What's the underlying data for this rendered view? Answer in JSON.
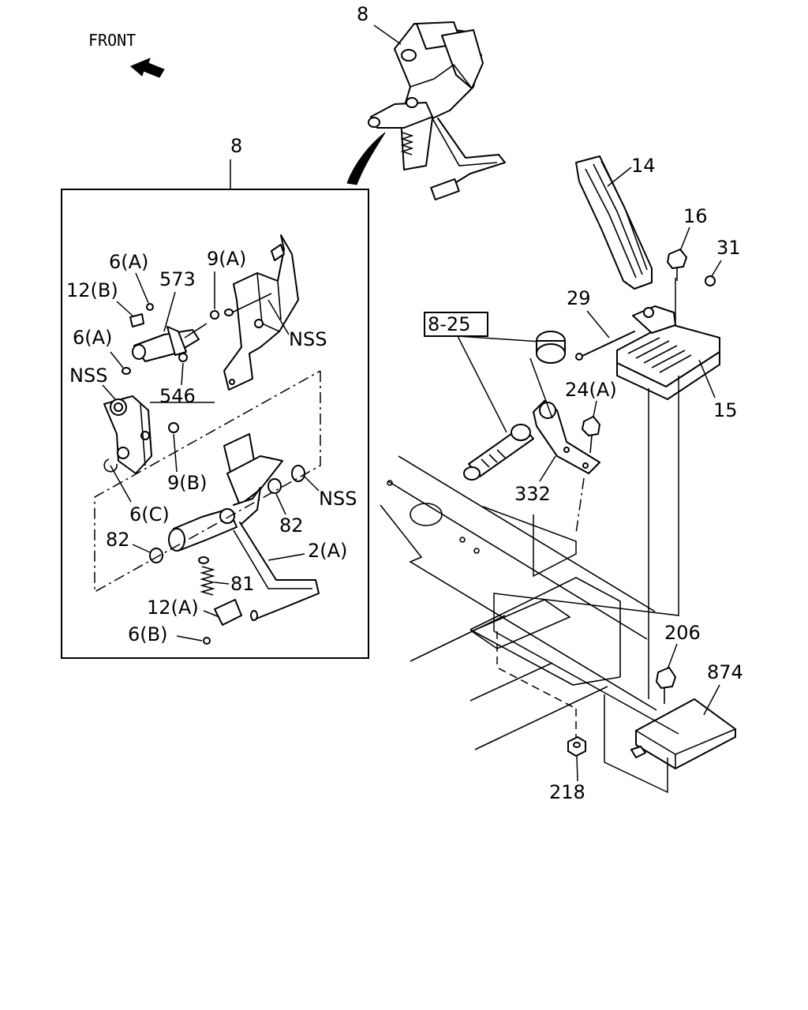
{
  "orientation": {
    "label": "FRONT",
    "icon": "front-arrow-icon"
  },
  "callouts": {
    "top_assembly": "8",
    "detail_box": "8",
    "ref_box": "8-25",
    "p14": "14",
    "p16": "16",
    "p31": "31",
    "p29": "29",
    "p24a": "24(A)",
    "p15": "15",
    "p332": "332",
    "p206": "206",
    "p874": "874",
    "p218": "218",
    "p6a_top": "6(A)",
    "p9a": "9(A)",
    "p12b": "12(B)",
    "p573": "573",
    "p6a_mid": "6(A)",
    "nss_top": "NSS",
    "nss_left": "NSS",
    "p546": "546",
    "p9b": "9(B)",
    "p6c": "6(C)",
    "nss_right": "NSS",
    "p82_right": "82",
    "p82_left": "82",
    "p2a": "2(A)",
    "p81": "81",
    "p12a": "12(A)",
    "p6b": "6(B)"
  }
}
